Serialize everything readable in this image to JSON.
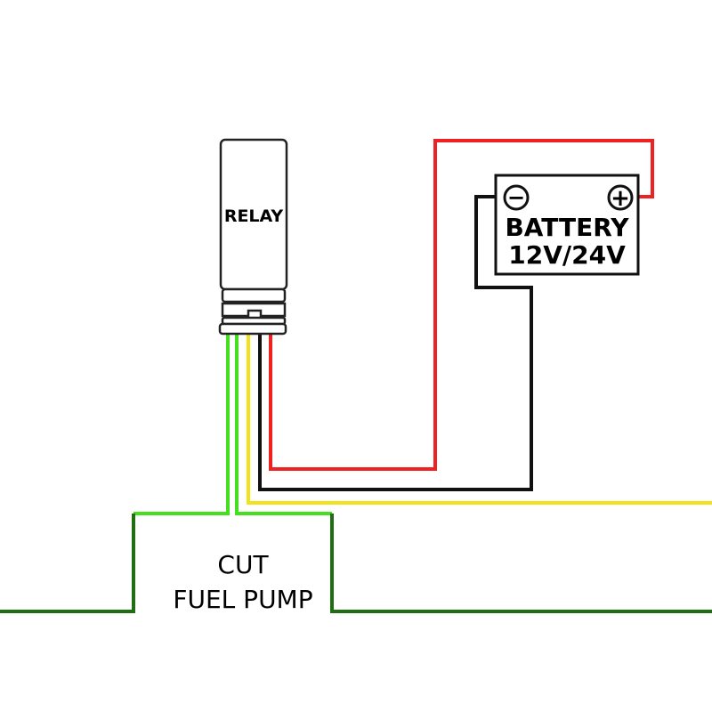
{
  "relay": {
    "label": "RELAY"
  },
  "battery": {
    "label": "BATTERY",
    "voltage": "12V/24V",
    "negative_symbol": "−",
    "positive_symbol": "+"
  },
  "cut": {
    "line1": "CUT",
    "line2": "FUEL PUMP"
  },
  "colors": {
    "red_wire": "#ee2222",
    "black_wire": "#111111",
    "yellow_wire": "#f2e21a",
    "green_wire": "#44e020",
    "dark_green_wire": "#1f6e12"
  }
}
